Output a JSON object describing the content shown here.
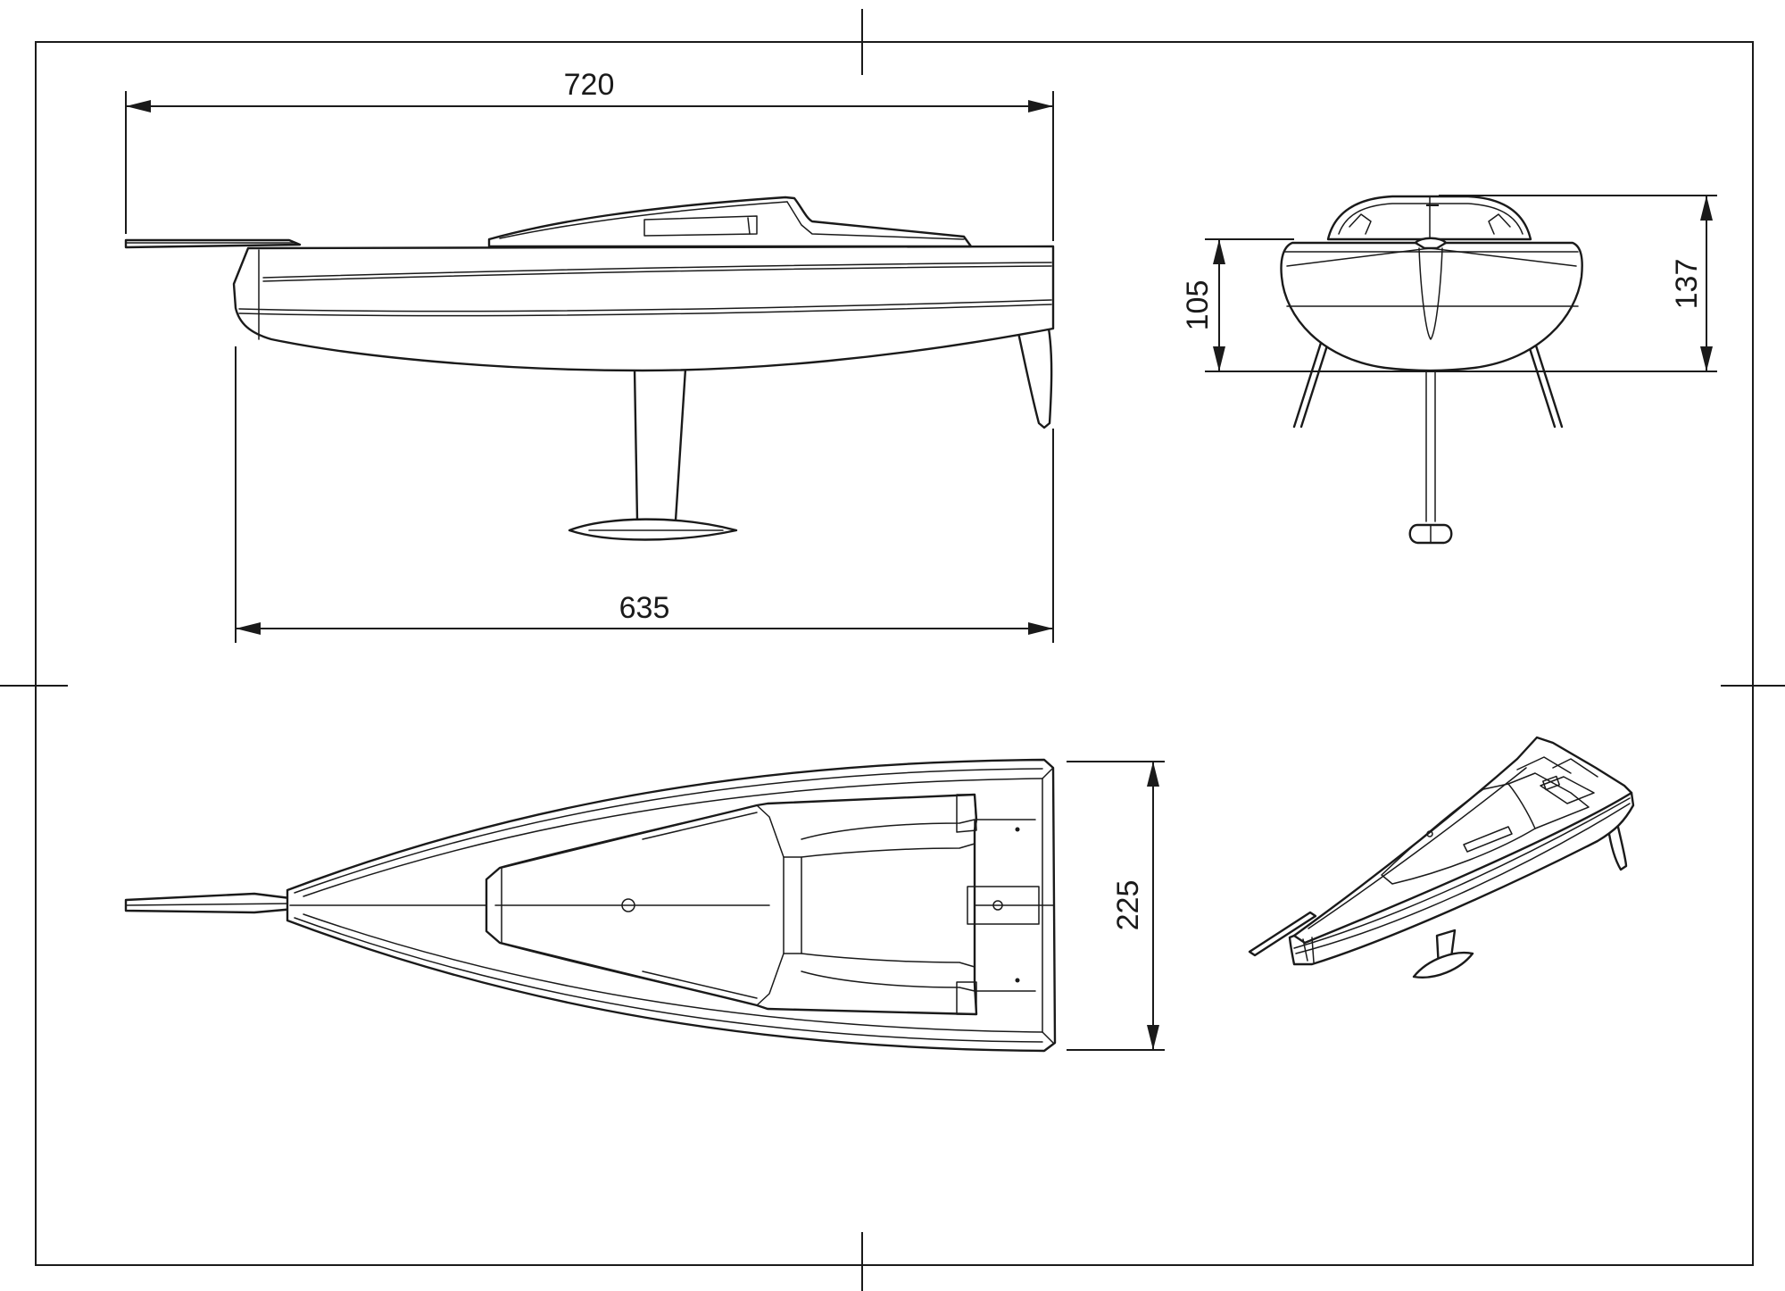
{
  "dimensions": {
    "overall_length": "720",
    "hull_length": "635",
    "hull_depth": "105",
    "total_height": "137",
    "beam": "225"
  },
  "views": [
    "side-view",
    "front-view",
    "top-view",
    "perspective-view"
  ],
  "colors": {
    "line": "#1a1a1a",
    "background": "#ffffff"
  }
}
